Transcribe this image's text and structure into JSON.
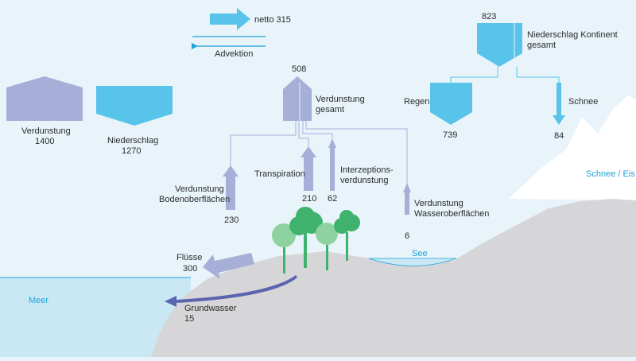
{
  "colors": {
    "sky": "#e8f3fa",
    "ground": "#d6d6d8",
    "sea": "#c9e8f4",
    "snow": "#ffffff",
    "precip_arrow": "#58c4ea",
    "evap_arrow": "#a6afd8",
    "label_blue": "#1ea2d8",
    "text": "#2c2c2c",
    "tree_dark": "#3fb36e",
    "tree_light": "#8ed39f"
  },
  "labels": {
    "netto": "netto 315",
    "advektion": "Advektion",
    "evap_ocean_label": "Verdunstung",
    "evap_ocean_value": "1400",
    "precip_ocean_label": "Niederschlag",
    "precip_ocean_value": "1270",
    "precip_continent_value": "823",
    "precip_continent_label_1": "Niederschlag Kontinent",
    "precip_continent_label_2": "gesamt",
    "regen_label": "Regen",
    "regen_value": "739",
    "schnee_label": "Schnee",
    "schnee_value": "84",
    "snow_ice": "Schnee / Eis",
    "evap_total_value": "508",
    "evap_total_label_1": "Verdunstung",
    "evap_total_label_2": "gesamt",
    "transpiration_label": "Transpiration",
    "transpiration_value": "210",
    "interception_label_1": "Interzeptions-",
    "interception_label_2": "verdunstung",
    "interception_value": "62",
    "soil_label_1": "Verdunstung",
    "soil_label_2": "Bodenoberflächen",
    "soil_value": "230",
    "water_label_1": "Verdunstung",
    "water_label_2": "Wasseroberflächen",
    "water_value": "6",
    "see": "See",
    "fluesse_label": "Flüsse",
    "fluesse_value": "300",
    "meer": "Meer",
    "grundwasser_label": "Grundwasser",
    "grundwasser_value": "15"
  }
}
